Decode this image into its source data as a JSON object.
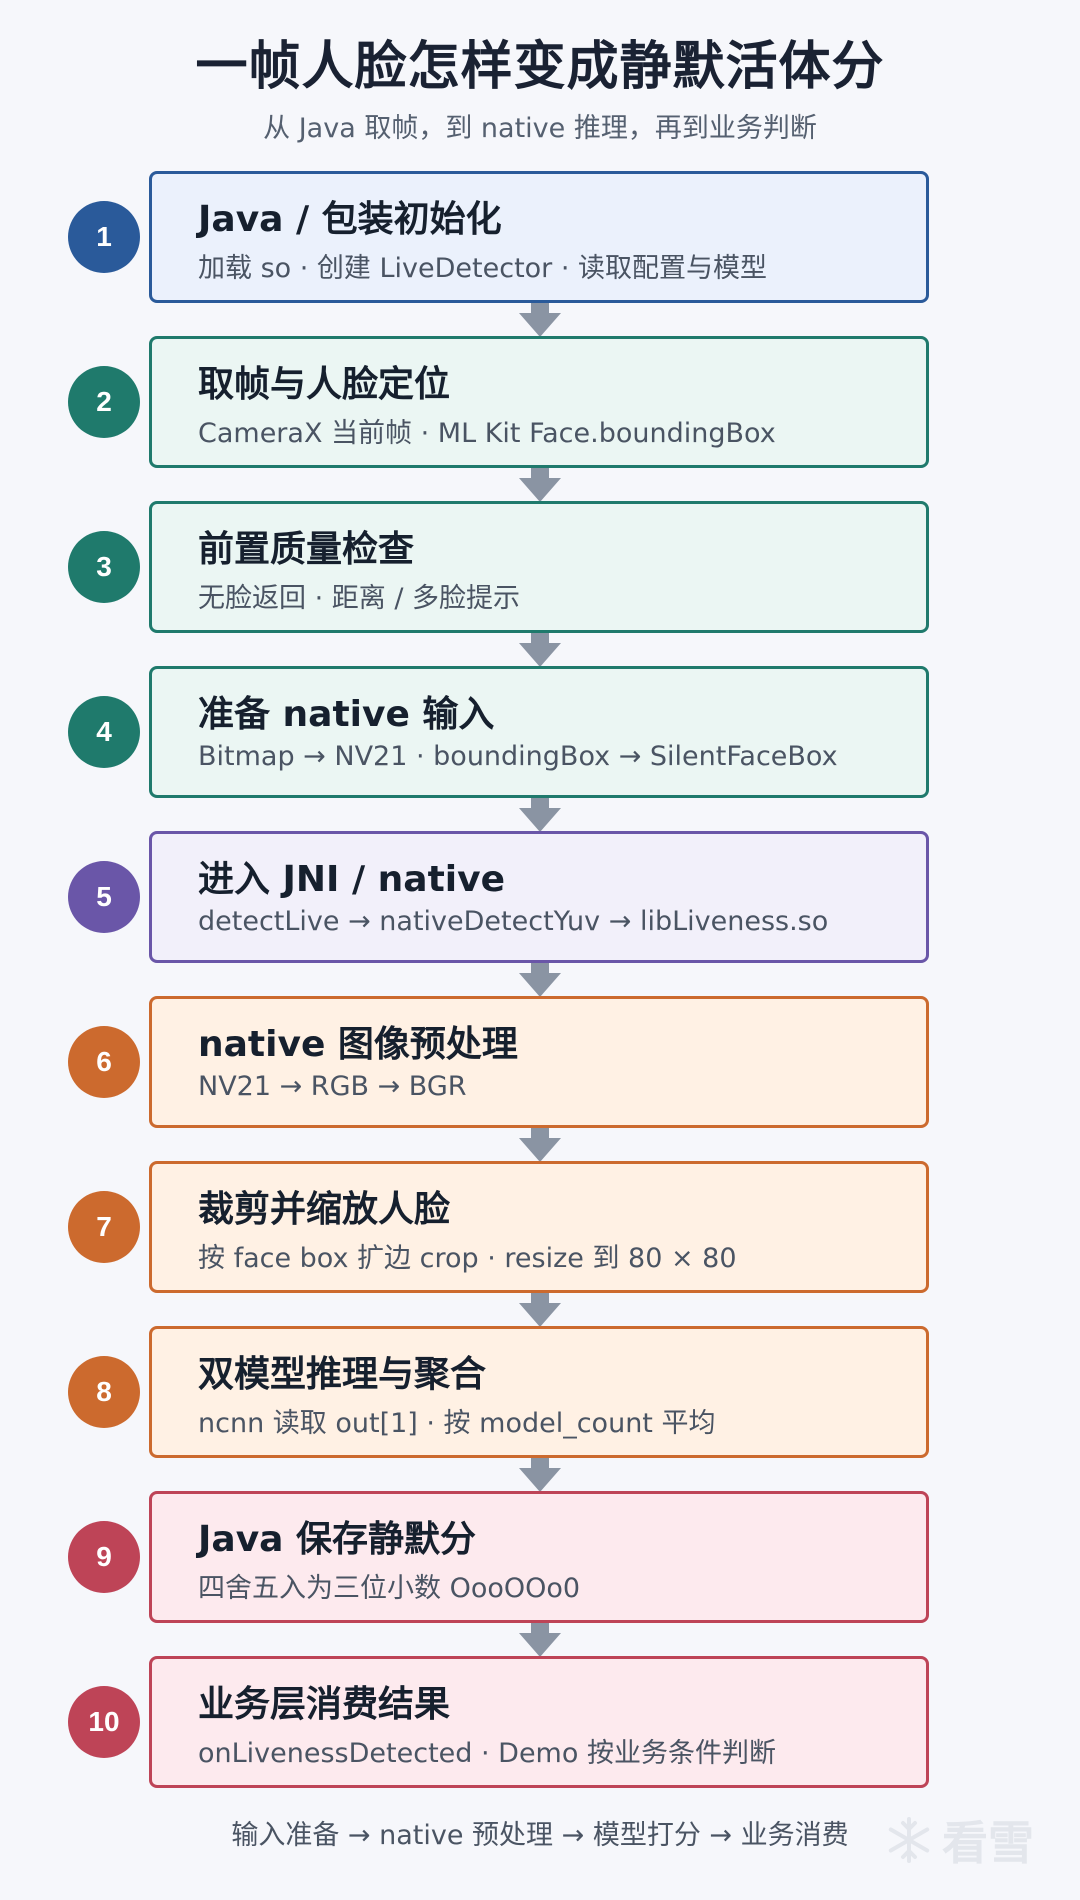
{
  "title": "一帧人脸怎样变成静默活体分",
  "subtitle": "从 Java 取帧，到 native 推理，再到业务判断",
  "steps": [
    {
      "num": "1",
      "title": "Java / 包装初始化",
      "desc": "加载 so · 创建 LiveDetector · 读取配置与模型",
      "accent": "#2a5a9a",
      "fill": "#ebf1fc"
    },
    {
      "num": "2",
      "title": "取帧与人脸定位",
      "desc": "CameraX 当前帧 · ML Kit Face.boundingBox",
      "accent": "#1f7a6c",
      "fill": "#ebf6f3"
    },
    {
      "num": "3",
      "title": "前置质量检查",
      "desc": "无脸返回 · 距离 / 多脸提示",
      "accent": "#1f7a6c",
      "fill": "#ebf6f3"
    },
    {
      "num": "4",
      "title": "准备 native 输入",
      "desc": "Bitmap → NV21 · boundingBox → SilentFaceBox",
      "accent": "#1f7a6c",
      "fill": "#ebf6f3"
    },
    {
      "num": "5",
      "title": "进入 JNI / native",
      "desc": "detectLive → nativeDetectYuv → libLiveness.so",
      "accent": "#6a56a8",
      "fill": "#f2f0fa"
    },
    {
      "num": "6",
      "title": "native 图像预处理",
      "desc": "NV21 → RGB → BGR",
      "accent": "#cc6a2e",
      "fill": "#fff1e4"
    },
    {
      "num": "7",
      "title": "裁剪并缩放人脸",
      "desc": "按 face box 扩边 crop · resize 到 80 × 80",
      "accent": "#cc6a2e",
      "fill": "#fff1e4"
    },
    {
      "num": "8",
      "title": "双模型推理与聚合",
      "desc": "ncnn 读取 out[1] · 按 model_count 平均",
      "accent": "#cc6a2e",
      "fill": "#fff1e4"
    },
    {
      "num": "9",
      "title": "Java 保存静默分",
      "desc": "四舍五入为三位小数 OooOOo0",
      "accent": "#be4457",
      "fill": "#fdeaee"
    },
    {
      "num": "10",
      "title": "业务层消费结果",
      "desc": "onLivenessDetected · Demo 按业务条件判断",
      "accent": "#be4457",
      "fill": "#fdeaee"
    }
  ],
  "footer": "输入准备 → native 预处理 → 模型打分 → 业务消费",
  "watermark": "看雪",
  "colors": {
    "arrow": "#8a94a3",
    "background": "#f6f7fb"
  }
}
